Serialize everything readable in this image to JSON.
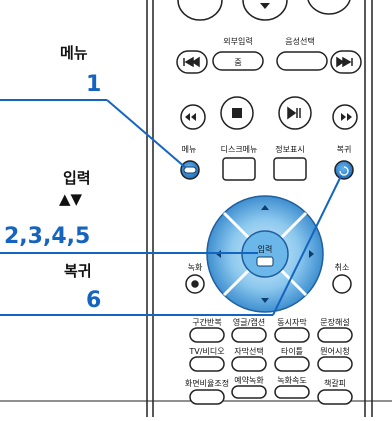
{
  "callouts": {
    "menu_label": "메뉴",
    "menu_number": "1",
    "input_label": "입력",
    "arrows": "▲▼",
    "input_numbers": "2,3,4,5",
    "return_label": "복귀",
    "return_number": "6"
  },
  "remote": {
    "external_input": "외부입력",
    "sound_select": "음성선택",
    "skip_back_icon": "skip-back-icon",
    "skip_fwd_icon": "skip-forward-icon",
    "jump": "줌",
    "menu": "메뉴",
    "disc_menu": "디스크메뉴",
    "info": "정보표시",
    "return": "복귀",
    "enter": "입력",
    "record": "녹화",
    "cancel": "취소",
    "section_repeat": "구간반복",
    "eng_cap": "영글/캡션",
    "simul_cap": "동시자막",
    "sentence": "문장해설",
    "tv_video": "TV/비디오",
    "cap_select": "자막선택",
    "title": "타이틀",
    "word_view": "뭔어시청",
    "aspect": "화면비율조정",
    "rec_reserve": "예약녹화",
    "rec_speed": "녹화속도",
    "bookmark": "책갈피"
  },
  "colors": {
    "accent": "#1565c0",
    "dpad_light": "#9fd0f0",
    "dpad_dark": "#2f7fc6"
  }
}
